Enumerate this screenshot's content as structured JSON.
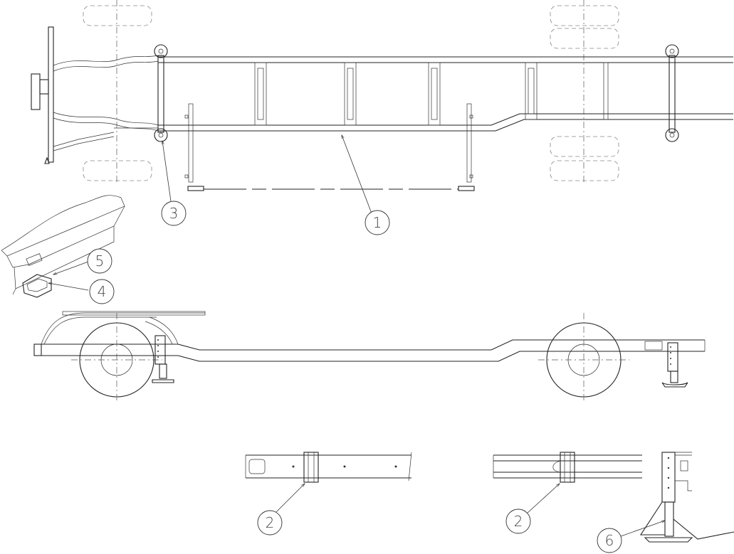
{
  "callouts": [
    {
      "id": "c1",
      "label": "1"
    },
    {
      "id": "c2a",
      "label": "2"
    },
    {
      "id": "c2b",
      "label": "2"
    },
    {
      "id": "c3",
      "label": "3"
    },
    {
      "id": "c4",
      "label": "4"
    },
    {
      "id": "c5",
      "label": "5"
    },
    {
      "id": "c6",
      "label": "6"
    }
  ]
}
